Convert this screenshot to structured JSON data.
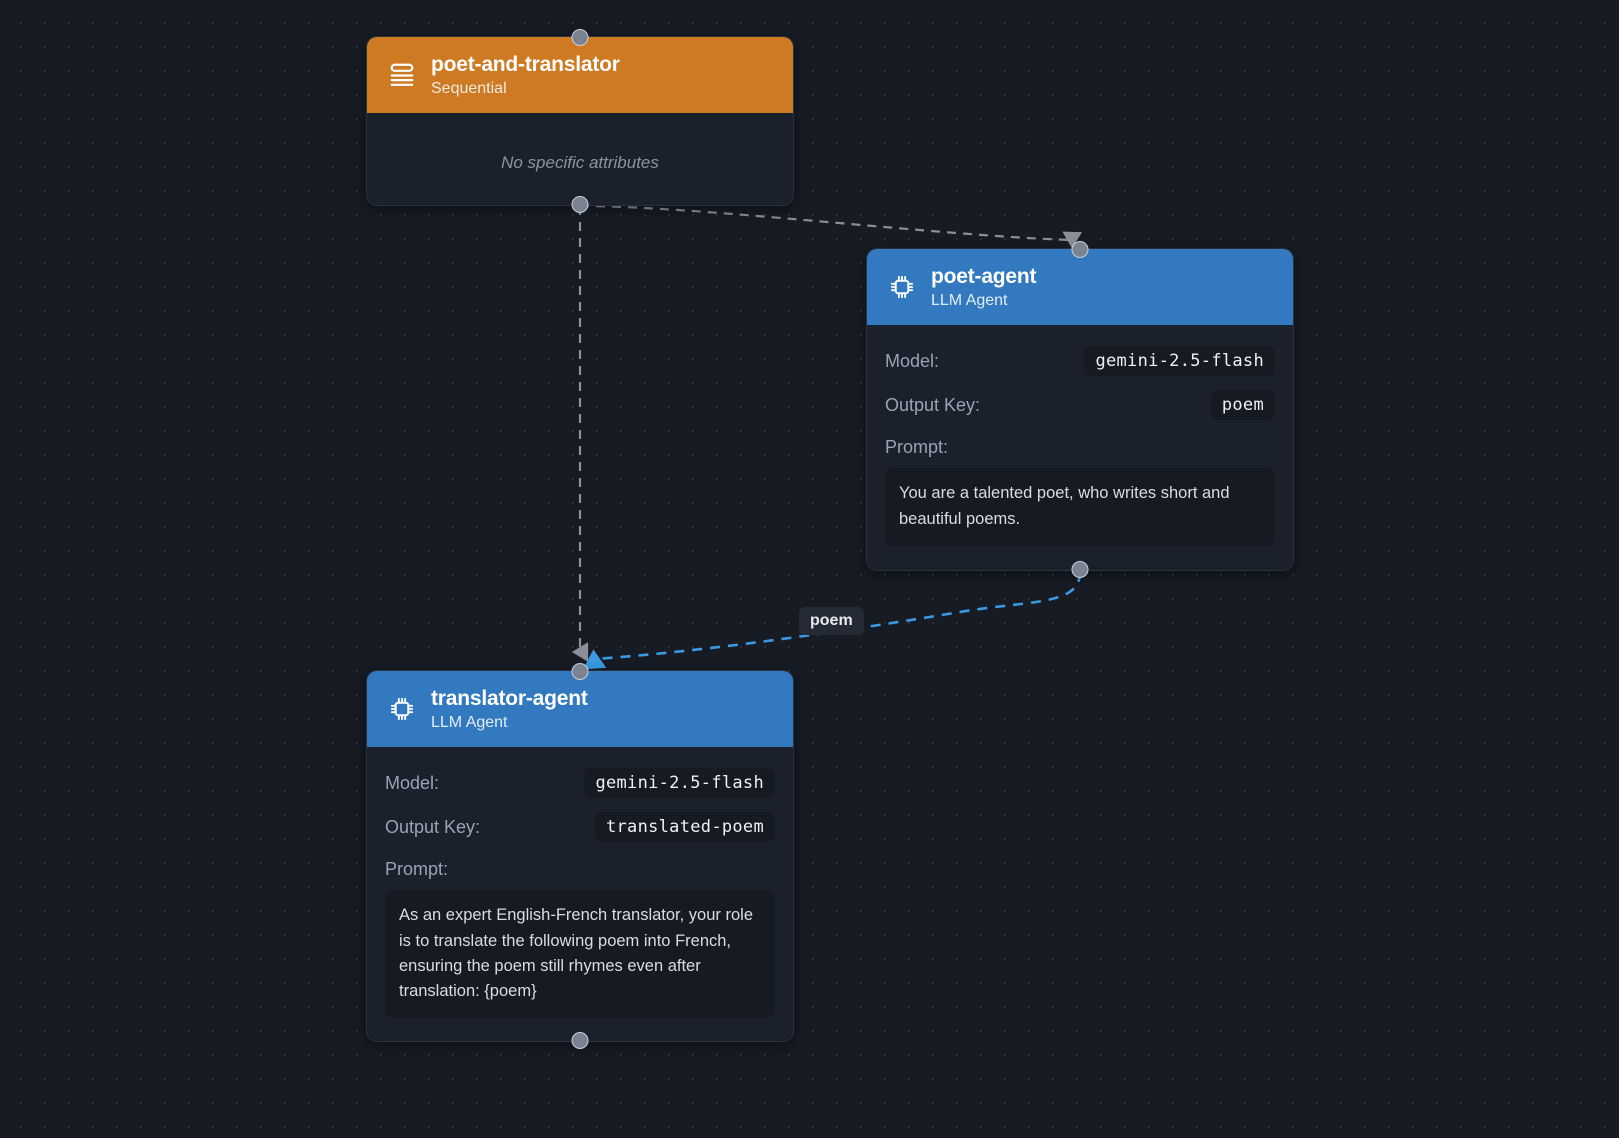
{
  "canvas": {
    "background_color": "#161b24",
    "grid_dot_color": "#2b313c"
  },
  "colors": {
    "sequential_header": "#cd7a22",
    "llm_header": "#3279c0",
    "node_body": "#1b212c",
    "chip_background": "#151a23",
    "data_edge": "#3b9ae1",
    "control_edge": "#8a8f99"
  },
  "nodes": [
    {
      "id": "poet-and-translator",
      "title": "poet-and-translator",
      "subtitle": "Sequential",
      "icon": "layers-icon",
      "kind": "sequential",
      "empty_text": "No specific attributes"
    },
    {
      "id": "poet-agent",
      "title": "poet-agent",
      "subtitle": "LLM Agent",
      "icon": "cpu-chip-icon",
      "kind": "llm",
      "attributes": [
        {
          "label": "Model:",
          "value": "gemini-2.5-flash"
        },
        {
          "label": "Output Key:",
          "value": "poem"
        }
      ],
      "prompt_label": "Prompt:",
      "prompt": "You are a talented poet, who writes short and beautiful poems."
    },
    {
      "id": "translator-agent",
      "title": "translator-agent",
      "subtitle": "LLM Agent",
      "icon": "cpu-chip-icon",
      "kind": "llm",
      "attributes": [
        {
          "label": "Model:",
          "value": "gemini-2.5-flash"
        },
        {
          "label": "Output Key:",
          "value": "translated-poem"
        }
      ],
      "prompt_label": "Prompt:",
      "prompt": "As an expert English-French translator, your role is to translate the following poem into French, ensuring the poem still rhymes even after translation: {poem}"
    }
  ],
  "edges": [
    {
      "id": "edge-orchestrator-to-poet",
      "from": "poet-and-translator",
      "to": "poet-agent",
      "style": "dashed",
      "color": "#8a8f99",
      "label": ""
    },
    {
      "id": "edge-orchestrator-to-translator",
      "from": "poet-and-translator",
      "to": "translator-agent",
      "style": "dashed",
      "color": "#8a8f99",
      "label": ""
    },
    {
      "id": "edge-poet-to-translator",
      "from": "poet-agent",
      "to": "translator-agent",
      "style": "dashed",
      "color": "#3b9ae1",
      "label": "poem"
    }
  ]
}
